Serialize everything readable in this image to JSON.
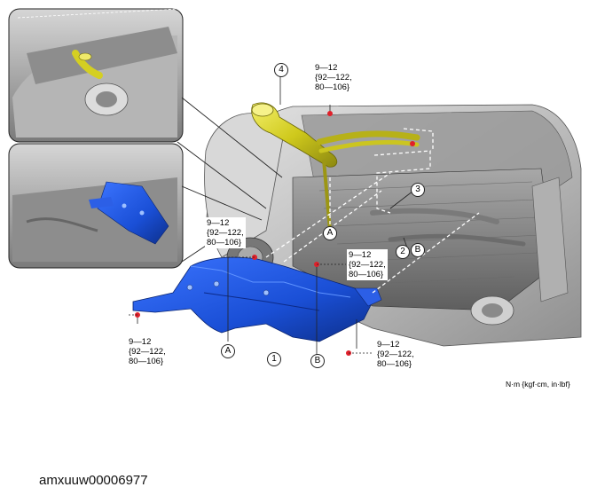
{
  "torque_labels": {
    "top": [
      "9—12",
      "{92—122,",
      "80—106}"
    ],
    "middle_left": [
      "9—12",
      "{92—122,",
      "80—106}"
    ],
    "middle_center": [
      "9—12",
      "{92—122,",
      "80—106}"
    ],
    "bottom_left": [
      "9—12",
      "{92—122,",
      "80—106}"
    ],
    "bottom_right": [
      "9—12",
      "{92—122,",
      "80—106}"
    ]
  },
  "callouts": {
    "one": "1",
    "two": "2",
    "three": "3",
    "four": "4",
    "a_upper": "A",
    "a_lower": "A",
    "b_upper": "B",
    "b_lower": "B"
  },
  "unit_note": "N·m {kgf·cm, in·lbf}",
  "figure_id": "amxuuw00006977",
  "colors": {
    "bracket_blue": "#1a4fd6",
    "filler_yellow": "#d4cf22",
    "bolt_red": "#e0202a",
    "body_gray": "#c8c8c8"
  }
}
